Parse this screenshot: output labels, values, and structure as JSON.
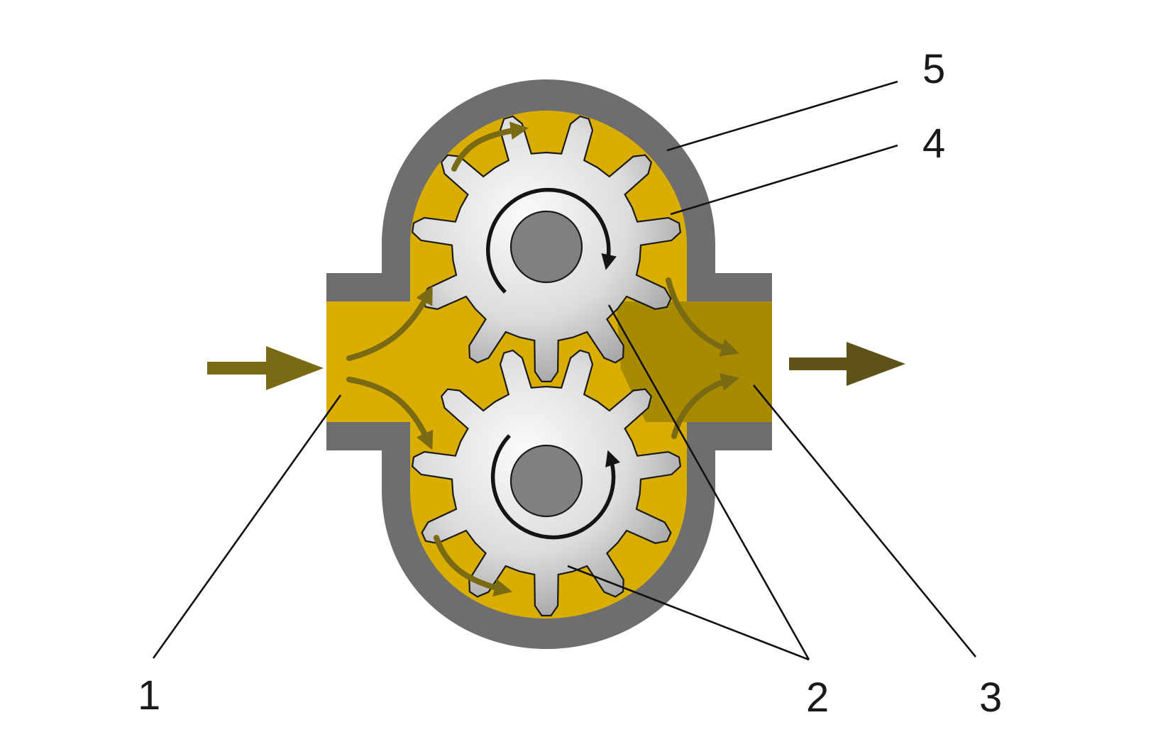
{
  "colors": {
    "background": "#ffffff",
    "housing": "#6e6e6e",
    "fluid": "#d9ae00",
    "fluid_outlet": "#a78a00",
    "gear_light": "#fbfbfb",
    "gear_dark": "#9a9a9a",
    "shaft": "#808080",
    "flow_arrow": "#7a6a14",
    "outlet_arrow": "#5e5218",
    "rotation_arrow": "#141414"
  },
  "icons": {
    "inlet": "inlet-flow-arrow-icon",
    "outlet": "outlet-flow-arrow-icon",
    "rotation": "rotation-arrow-icon"
  },
  "gears": [
    {
      "id": "upper",
      "rotation": "clockwise",
      "teeth": 11
    },
    {
      "id": "lower",
      "rotation": "counterclockwise",
      "teeth": 11
    }
  ],
  "callouts": [
    {
      "id": "inlet",
      "label": "1"
    },
    {
      "id": "gears",
      "label": "2"
    },
    {
      "id": "outlet",
      "label": "3"
    },
    {
      "id": "fluid",
      "label": "4"
    },
    {
      "id": "housing",
      "label": "5"
    }
  ]
}
